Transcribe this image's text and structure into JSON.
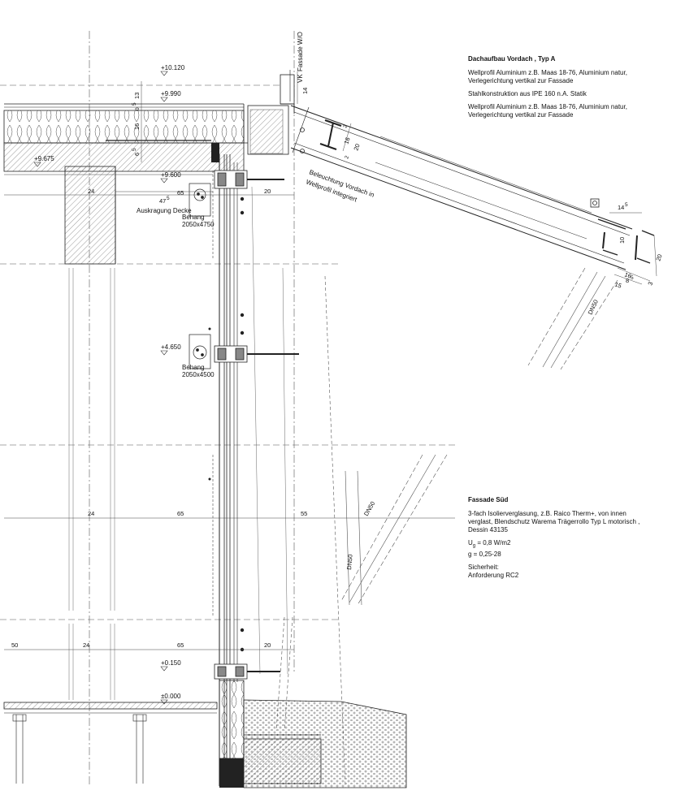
{
  "notes": {
    "roof_title": "Dachaufbau Vordach , Typ A",
    "roof_line1": "Wellprofil Aluminium z.B. Maas 18-76, Aluminium natur,",
    "roof_line2": "Verlegerichtung vertikal zur Fassade",
    "roof_line3": "Stahlkonstruktion aus IPE 160 n.A. Statik",
    "roof_line4": "Wellprofil Aluminium z.B. Maas 18-76, Aluminium natur,",
    "roof_line5": "Verlegerichtung vertikal zur Fassade",
    "facade_title": "Fassade Süd",
    "facade_line1": "3-fach Isolierverglasung, z.B. Raico Therm+, von innen",
    "facade_line2": "verglast,  Blendschutz Warema Trägerrollo Typ L motorisch ,",
    "facade_line3": "Dessin 43135",
    "ug_prefix": "U",
    "ug_sub": "g",
    "ug_value": " = 0,8 W/m2",
    "g_value": "g    = 0,25-28",
    "security_label": "Sicherheit:",
    "security_value": "Anforderung RC2"
  },
  "drawing": {
    "fassade_wo": "Fassade W/O",
    "vk": "VK",
    "lighting1": "Beleuchtung Vordach in",
    "lighting2": "Wellprofil integriert",
    "auskragung": "Auskragung Decke",
    "behang": "Behang",
    "behang_top_size": "2050x4750",
    "behang_mid_size": "2050x4500"
  },
  "levels": {
    "l10120": "+10.120",
    "l9990": "+9.990",
    "l9675": "+9.675",
    "l9600": "+9.600",
    "l4650": "+4.650",
    "l0150": "+0.150",
    "l0000": "±0.000"
  },
  "dims": {
    "d13": "13",
    "d0_5a": "0",
    "d0_5b": "5",
    "d16": "16",
    "d6": "6",
    "d5": "5",
    "d24_top": "24",
    "d47": "47",
    "d47s": "5",
    "d65_top": "65",
    "d20_top": "20",
    "d14_vk": "14",
    "d2a": "2",
    "d16_beam": "16",
    "d20_beam": "20",
    "d2b": "2",
    "d14_end": "14",
    "d14_end_s": "5",
    "d10": "10",
    "d16_end": "16",
    "d15": "15",
    "d20_end": "20",
    "d3": "3",
    "d8": "8",
    "d8s": "5",
    "dn50_a": "DN50",
    "dn50_b": "DN50",
    "dn50_c": "DN50",
    "d24_mid": "24",
    "d65_mid": "65",
    "d55": "55",
    "d50": "50",
    "d24_bot": "24",
    "d65_bot": "65",
    "d20_bot": "20"
  }
}
